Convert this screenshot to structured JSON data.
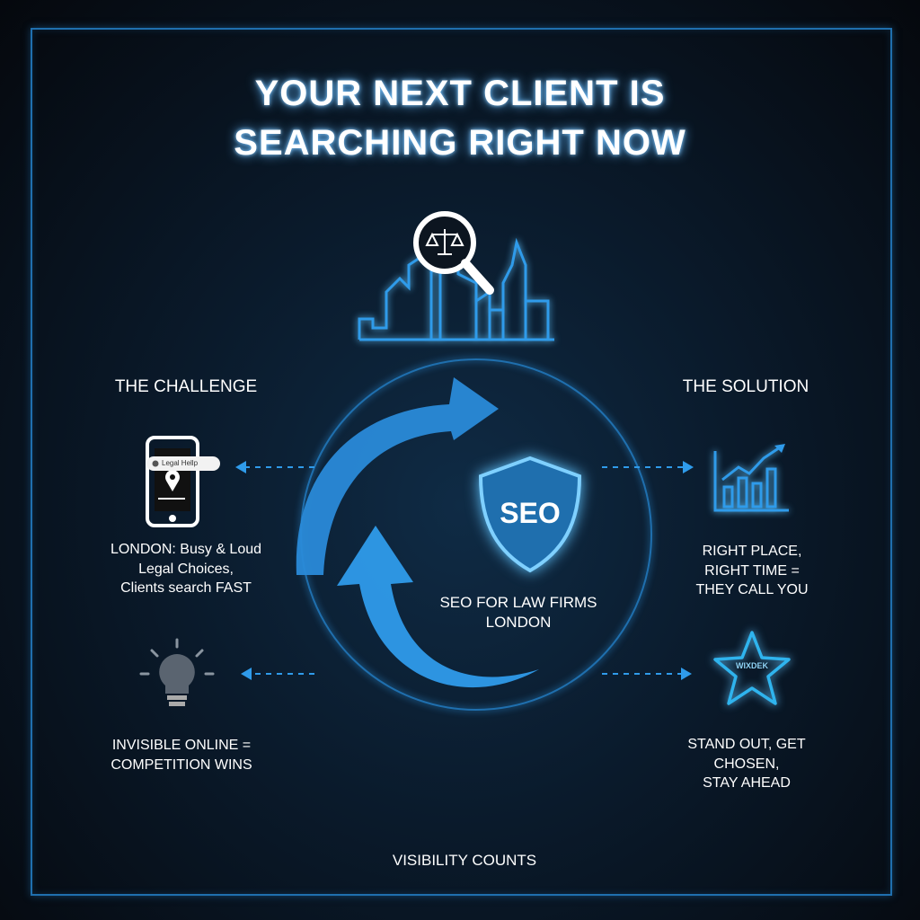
{
  "title": {
    "line1": "YOUR NEXT CLIENT IS",
    "line2": "SEARCHING RIGHT NOW"
  },
  "challenge": {
    "heading": "THE CHALLENGE",
    "phone_search_text": "Legal Hellp",
    "item1": [
      "LONDON: Busy & Loud",
      "Legal Choices,",
      "Clients search FAST"
    ],
    "item2": [
      "INVISIBLE ONLINE =",
      "COMPETITION WINS"
    ]
  },
  "solution": {
    "heading": "THE SOLUTION",
    "item1": [
      "RIGHT PLACE,",
      "RIGHT TIME =",
      "THEY CALL YOU"
    ],
    "star_label": "WIXDEK",
    "item2": [
      "STAND OUT, GET",
      "CHOSEN,",
      "STAY AHEAD"
    ]
  },
  "center": {
    "shield_label": "SEO",
    "caption": [
      "SEO FOR LAW FIRMS",
      "LONDON"
    ]
  },
  "footer": "VISIBILITY COUNTS",
  "colors": {
    "accent": "#2f9bea",
    "glow": "#5fc4ff",
    "frame": "#1f6fae"
  }
}
